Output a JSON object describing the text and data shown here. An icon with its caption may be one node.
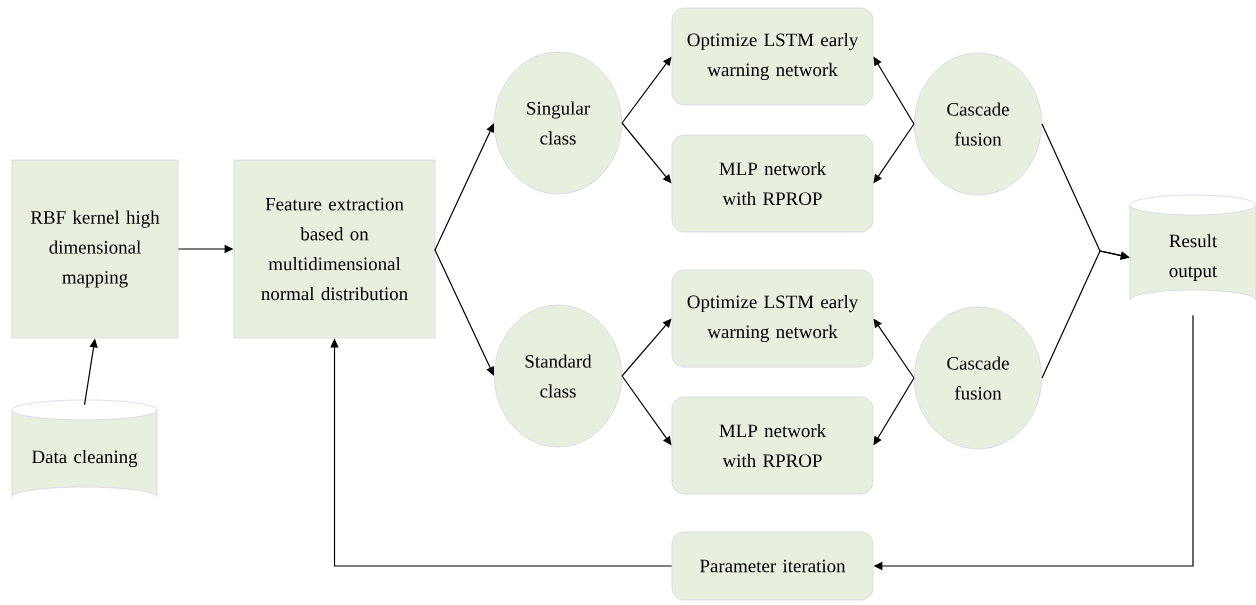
{
  "diagram": {
    "nodes": [
      {
        "text": [
          "Data cleaning"
        ]
      },
      {
        "text": [
          "RBF kernel high dimensional mapping"
        ]
      },
      {
        "text": [
          "Feature extraction based on multidimensional normal distribution"
        ]
      },
      {
        "text": [
          "Singular class"
        ]
      },
      {
        "text": [
          "Standard class"
        ]
      },
      {
        "text": [
          "Optimize LSTM early warning network"
        ]
      },
      {
        "text": [
          "MLP network with RPROP"
        ]
      },
      {
        "text": [
          "Optimize LSTM early warning network"
        ]
      },
      {
        "text": [
          "MLP network with RPROP"
        ]
      },
      {
        "text": [
          "Cascade fusion"
        ]
      },
      {
        "text": [
          "Cascade fusion"
        ]
      },
      {
        "text": [
          "Result output"
        ]
      },
      {
        "text": [
          "Parameter iteration"
        ]
      }
    ],
    "edges": [
      {
        "from": 0,
        "to": 1,
        "arrow": "to"
      },
      {
        "from": 1,
        "to": 2,
        "arrow": "to"
      },
      {
        "from": 2,
        "to": 3,
        "arrow": "to"
      },
      {
        "from": 2,
        "to": 4,
        "arrow": "to"
      },
      {
        "from": 3,
        "to": 5,
        "arrow": "to"
      },
      {
        "from": 3,
        "to": 6,
        "arrow": "to"
      },
      {
        "from": 4,
        "to": 7,
        "arrow": "to"
      },
      {
        "from": 4,
        "to": 8,
        "arrow": "to"
      },
      {
        "from": 9,
        "to": 5,
        "arrow": "to"
      },
      {
        "from": 9,
        "to": 6,
        "arrow": "to"
      },
      {
        "from": 10,
        "to": 7,
        "arrow": "to"
      },
      {
        "from": 10,
        "to": 8,
        "arrow": "to"
      },
      {
        "from": 9,
        "to": 11,
        "arrow": "to"
      },
      {
        "from": 10,
        "to": 11,
        "arrow": "to"
      },
      {
        "from": 11,
        "to": 12,
        "arrow": "to"
      },
      {
        "from": 12,
        "to": 2,
        "arrow": "to"
      }
    ]
  }
}
